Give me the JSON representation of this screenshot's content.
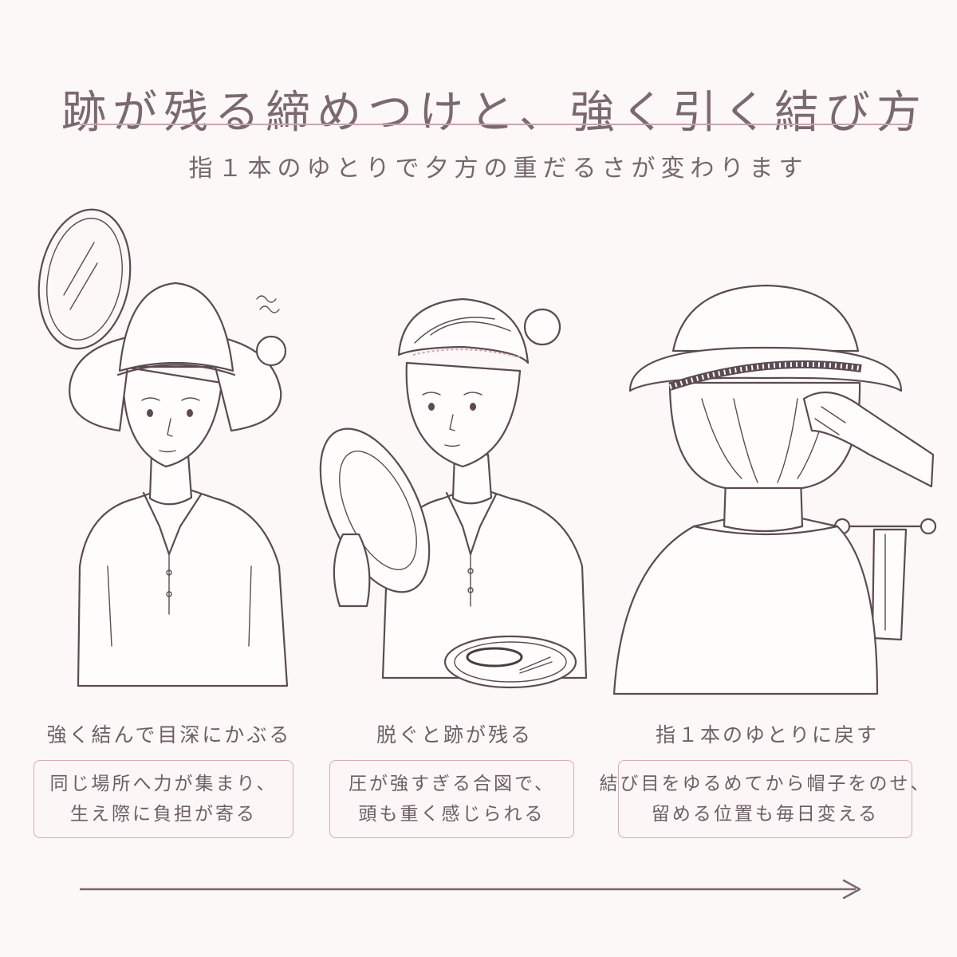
{
  "page": {
    "title": "跡が残る締めつけと、強く引く結び方",
    "subtitle": "指１本のゆとりで夕方の重だるさが変わります"
  },
  "steps": [
    {
      "label": "強く結んで目深にかぶる",
      "note_line1": "同じ場所へ力が集まり、",
      "note_line2": "生え際に負担が寄る"
    },
    {
      "label": "脱ぐと跡が残る",
      "note_line1": "圧が強すぎる合図で、",
      "note_line2": "頭も重く感じられる"
    },
    {
      "label": "指１本のゆとりに戻す",
      "note_line1": "結び目をゆるめてから帽子をのせ、",
      "note_line2": "留める位置も毎日変える"
    }
  ],
  "colors": {
    "background": "#fbf8f7",
    "accent": "#c9a4b0",
    "box_border": "#d9aab9",
    "text": "#6a5a62",
    "line_art": "#5b4b52"
  }
}
